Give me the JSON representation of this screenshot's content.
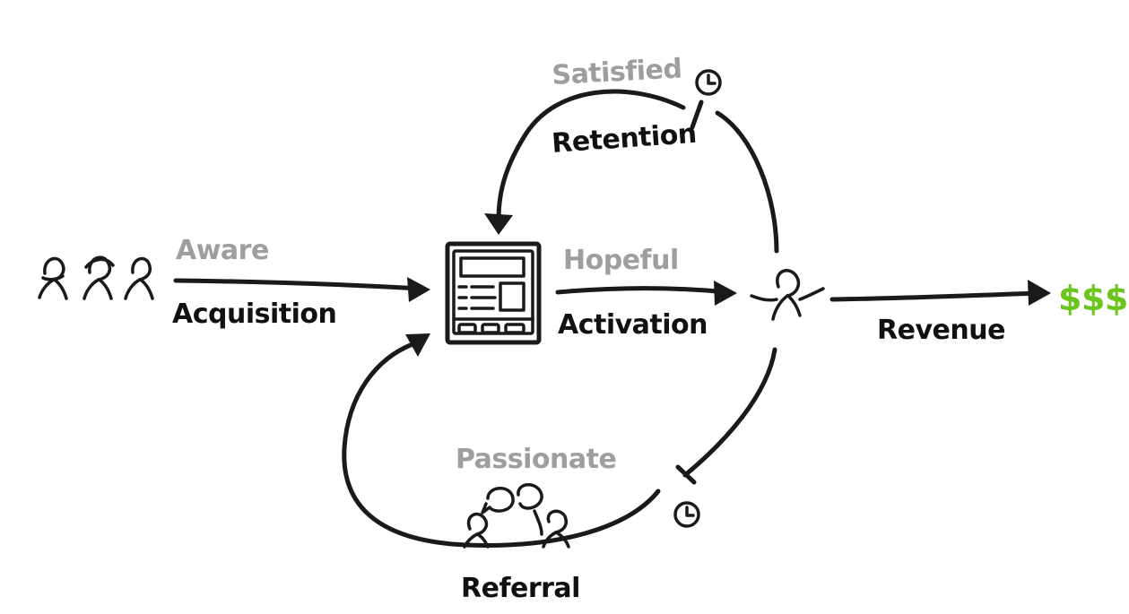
{
  "colors": {
    "ink": "#1a1a1a",
    "state_label": "#9e9e9e",
    "stage_label": "#111111",
    "money": "#6cc51c"
  },
  "labels": {
    "aware": "Aware",
    "acquisition": "Acquisition",
    "hopeful": "Hopeful",
    "activation": "Activation",
    "satisfied": "Satisfied",
    "retention": "Retention",
    "revenue": "Revenue",
    "money": "$$$",
    "passionate": "Passionate",
    "referral": "Referral"
  },
  "icons": {
    "crowd": "people-group-icon",
    "product": "app-screen-icon",
    "user": "happy-user-icon",
    "sharing": "talking-people-icon",
    "delay_top": "clock-icon",
    "delay_bottom": "clock-icon"
  }
}
